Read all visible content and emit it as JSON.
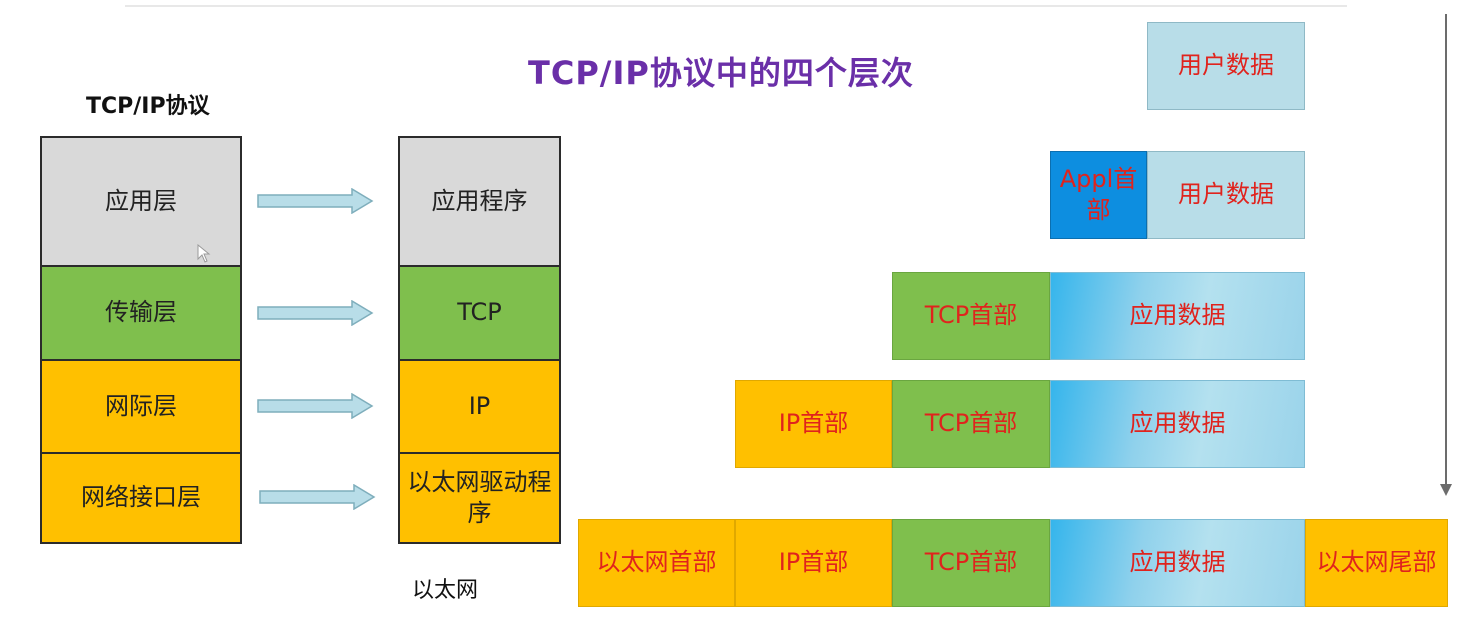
{
  "title": "TCP/IP协议中的四个层次",
  "subtitle": "TCP/IP协议",
  "left_layers": [
    "应用层",
    "传输层",
    "网际层",
    "网络接口层"
  ],
  "right_layers": [
    "应用程序",
    "TCP",
    "IP",
    "以太网驱动程序"
  ],
  "ethernet_label": "以太网",
  "encapsulation": {
    "row1": {
      "user_data": "用户数据"
    },
    "row2": {
      "appl_header": "Appl首部",
      "user_data": "用户数据"
    },
    "row3": {
      "tcp_header": "TCP首部",
      "app_data": "应用数据"
    },
    "row4": {
      "ip_header": "IP首部",
      "tcp_header": "TCP首部",
      "app_data": "应用数据"
    },
    "row5": {
      "eth_header": "以太网首部",
      "ip_header": "IP首部",
      "tcp_header": "TCP首部",
      "app_data": "应用数据",
      "eth_trailer": "以太网尾部"
    }
  },
  "colors": {
    "title": "#6a2fa8",
    "gray": "#d9d9d9",
    "green": "#7fbf4d",
    "orange": "#ffc000",
    "light_blue": "#b8dde8",
    "blue": "#0d8ee0",
    "red_text": "#e0231d"
  },
  "icons": [
    "right-arrow-icon",
    "down-arrow-icon",
    "mouse-cursor-icon"
  ]
}
